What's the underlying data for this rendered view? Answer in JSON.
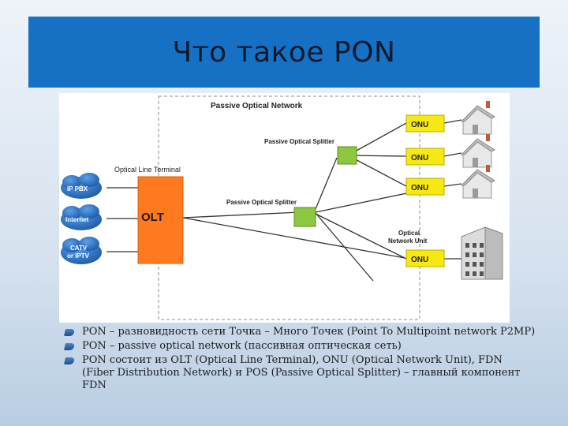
{
  "slide": {
    "title": "Что такое PON"
  },
  "diagram": {
    "pon_label": "Passive Optical Network",
    "olt_caption": "Optical Line Terminal",
    "olt_label": "OLT",
    "splitter1_label": "Passive Optical Splitter",
    "splitter2_label": "Passive Optical Splitter",
    "onu_caption_line1": "Optical",
    "onu_caption_line2": "Network Unit",
    "clouds": [
      {
        "line1": "IP PBX",
        "line2": ""
      },
      {
        "line1": "Internet",
        "line2": ""
      },
      {
        "line1": "CATV",
        "line2": "or IPTV"
      }
    ],
    "onus": [
      "ONU",
      "ONU",
      "ONU",
      "ONU"
    ],
    "colors": {
      "olt": "#ff7a1f",
      "onu": "#f6e812",
      "splitter": "#8dc63f",
      "cloud": "#2a73c9",
      "dashed": "#8c8c8c"
    }
  },
  "bullets": [
    "PON – разновидность сети Точка – Много Точек (Point To Multipoint network P2MP)",
    "PON – passive optical network (пассивная оптическая сеть)",
    "PON состоит из OLT (Optical Line Terminal), ONU (Optical Network Unit), FDN (Fiber Distribution Network) и POS (Passive Optical Splitter) – главный компонент FDN"
  ]
}
